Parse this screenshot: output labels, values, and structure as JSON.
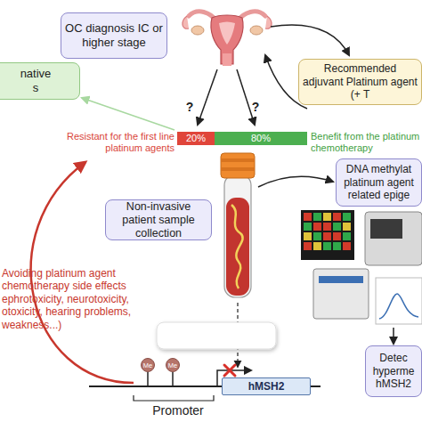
{
  "diagram": {
    "nodes": [
      {
        "text": [
          "OC diagnosis IC or higher stage"
        ]
      },
      {
        "text": [
          "Recommended adjuvant Platinum agent (+ T"
        ]
      },
      {
        "text": [
          "native s"
        ]
      },
      {
        "text": [
          "20%"
        ]
      },
      {
        "text": [
          "80%"
        ]
      },
      {
        "text": [
          "DNA methylat platinum agent related epige"
        ]
      },
      {
        "text": [
          "Non-invasive patient sample collection"
        ]
      },
      {
        "text": [
          "Detec hyperme hMSH2"
        ]
      },
      {
        "text": [
          "Me"
        ]
      },
      {
        "text": [
          "Me"
        ]
      },
      {
        "text": [
          "hMSH2"
        ]
      }
    ],
    "labels": [
      "?",
      "?",
      "Resistant for the first line platinum agents",
      "Benefit from the platinum chemotherapy",
      "Avoiding platinum agent chemotherapy side effects ephrotoxicity, neurotoxicity, otoxicity, hearing problems, weakness...)",
      "Promoter"
    ]
  }
}
